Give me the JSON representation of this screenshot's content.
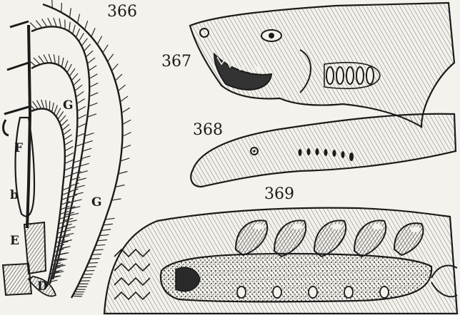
{
  "figures": {
    "fig366": {
      "number": "366",
      "labels": {
        "F": "F",
        "b": "b",
        "E": "E",
        "D": "D",
        "G_upper": "G",
        "G_lower": "G"
      }
    },
    "fig367": {
      "number": "367"
    },
    "fig368": {
      "number": "368"
    },
    "fig369": {
      "number": "369"
    }
  },
  "colors": {
    "ink": "#1b1b1b",
    "paper": "#f4f2ec",
    "shade": "#6d6a63"
  }
}
